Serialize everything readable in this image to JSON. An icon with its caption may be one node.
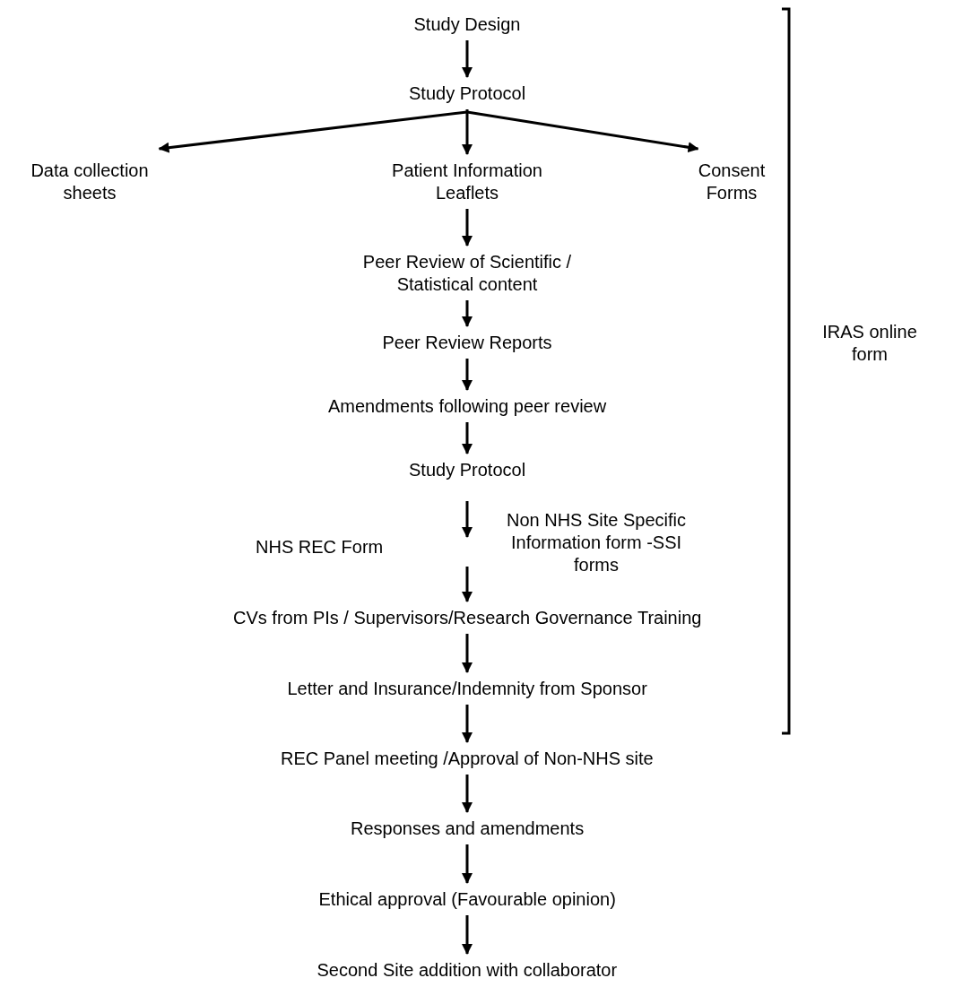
{
  "diagram": {
    "nodes": [
      {
        "text": [
          "Study Design"
        ]
      },
      {
        "text": [
          "Study Protocol"
        ]
      },
      {
        "text": [
          "Data collection sheets"
        ]
      },
      {
        "text": [
          "Patient Information Leaflets"
        ]
      },
      {
        "text": [
          "Consent Forms"
        ]
      },
      {
        "text": [
          "Peer Review of Scientific / Statistical content"
        ]
      },
      {
        "text": [
          "Peer Review Reports"
        ]
      },
      {
        "text": [
          "Amendments following peer review"
        ]
      },
      {
        "text": [
          "Study Protocol"
        ]
      },
      {
        "text": [
          "CVs from PIs / Supervisors/Research Governance Training"
        ]
      },
      {
        "text": [
          "Letter and Insurance/Indemnity from Sponsor"
        ]
      },
      {
        "text": [
          "REC Panel meeting /Approval of Non-NHS site"
        ]
      },
      {
        "text": [
          "Responses and amendments"
        ]
      },
      {
        "text": [
          "Ethical approval (Favourable opinion)"
        ]
      },
      {
        "text": [
          "Second Site addition with collaborator"
        ]
      }
    ],
    "edges": [
      {
        "from": 0,
        "to": 1,
        "arrow": "to"
      },
      {
        "from": 1,
        "to": 2,
        "arrow": "to"
      },
      {
        "from": 1,
        "to": 3,
        "arrow": "to"
      },
      {
        "from": 1,
        "to": 4,
        "arrow": "to"
      },
      {
        "from": 3,
        "to": 5,
        "arrow": "to"
      },
      {
        "from": 5,
        "to": 6,
        "arrow": "to"
      },
      {
        "from": 6,
        "to": 7,
        "arrow": "to"
      },
      {
        "from": 7,
        "to": 8,
        "arrow": "to"
      },
      {
        "from": 8,
        "to": null,
        "arrow": "to"
      },
      {
        "from": null,
        "to": 9,
        "arrow": "to"
      },
      {
        "from": 9,
        "to": 10,
        "arrow": "to"
      },
      {
        "from": 10,
        "to": 11,
        "arrow": "to"
      },
      {
        "from": 11,
        "to": 12,
        "arrow": "to"
      },
      {
        "from": 12,
        "to": 13,
        "arrow": "to"
      },
      {
        "from": 13,
        "to": 14,
        "arrow": "to"
      }
    ],
    "labels": [
      "NHS REC Form",
      "Non NHS Site Specific Information form -SSI forms",
      "IRAS online form"
    ]
  }
}
